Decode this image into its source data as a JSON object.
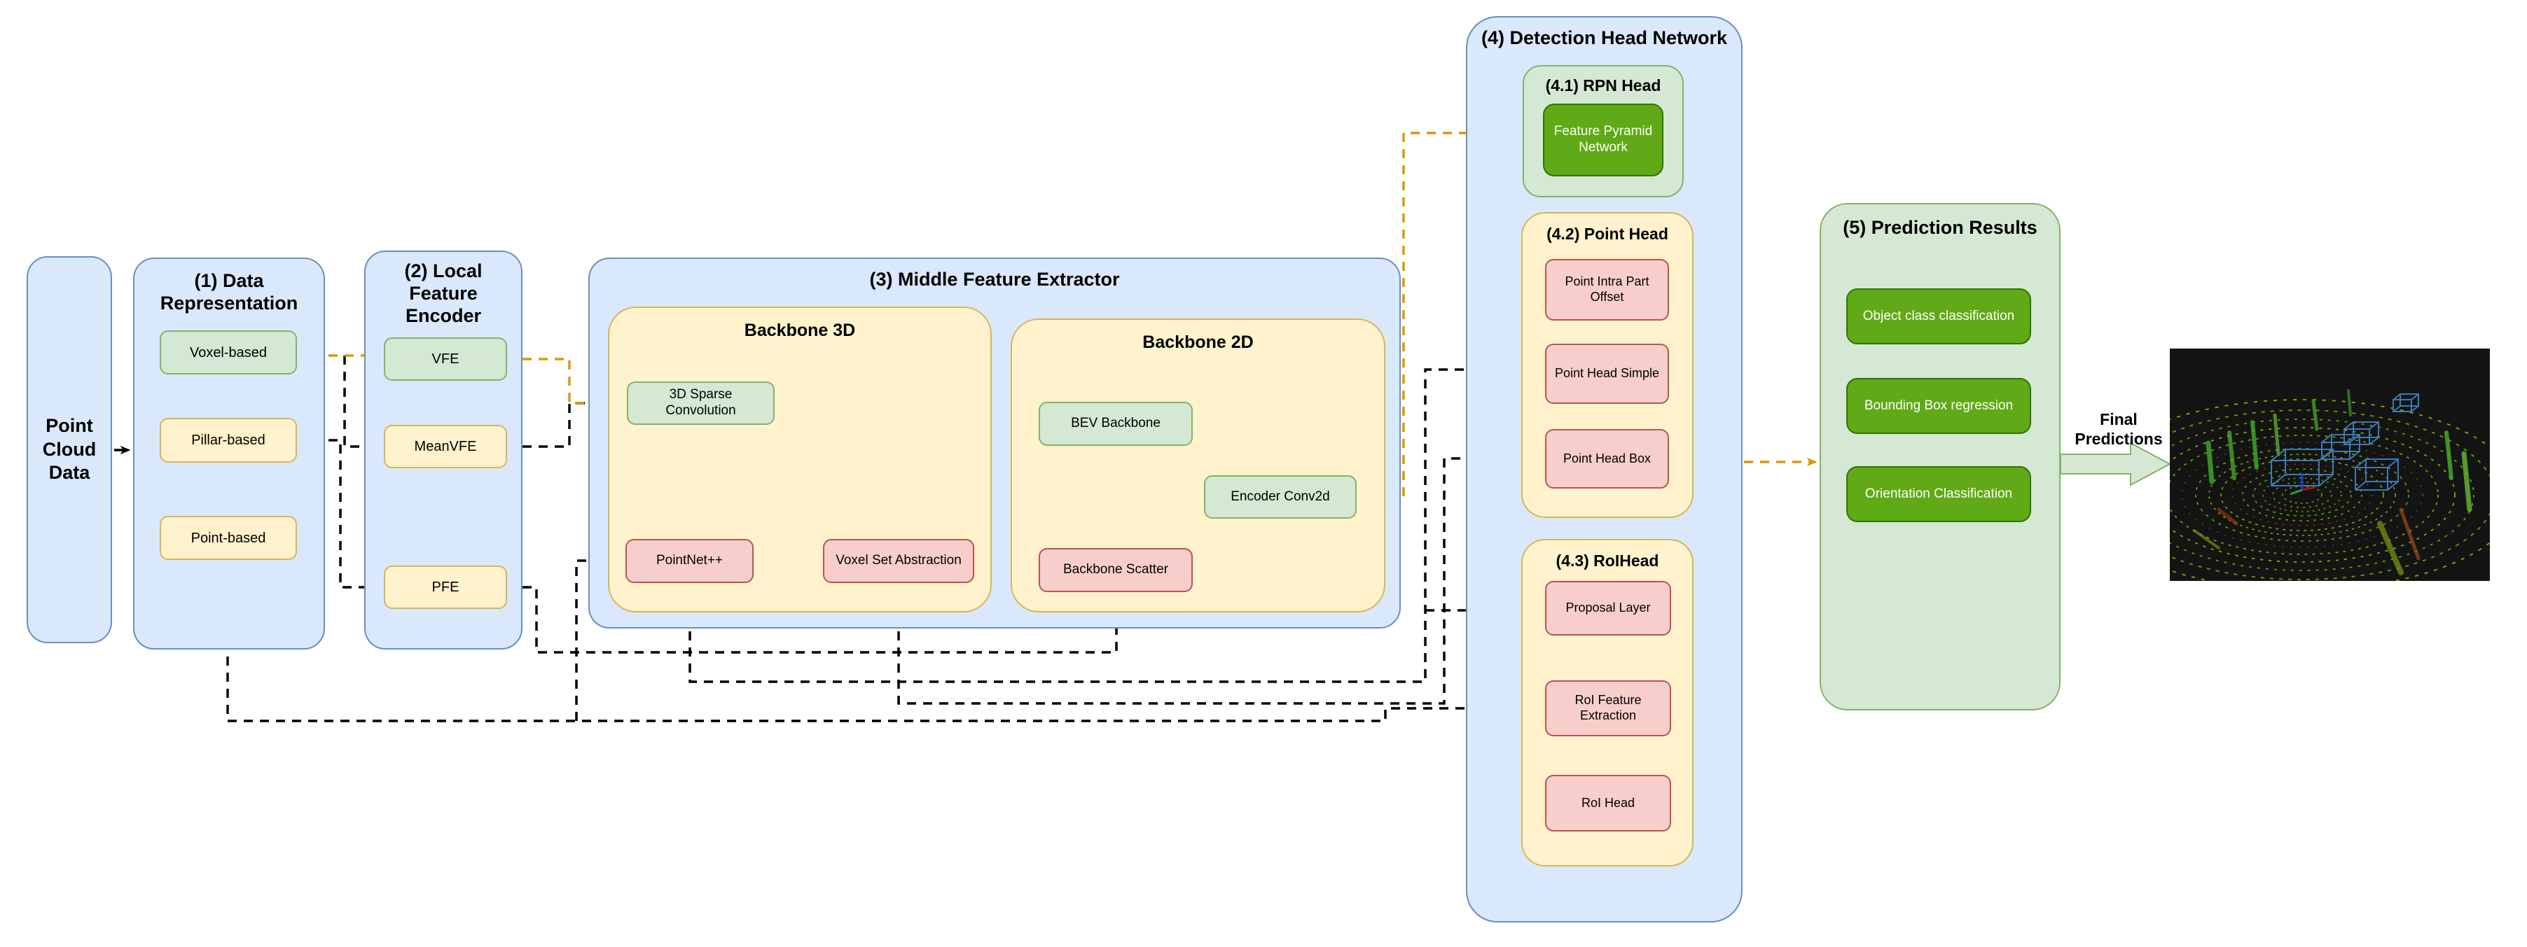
{
  "input": {
    "label": "Point Cloud Data"
  },
  "sections": {
    "data_representation": {
      "title": "(1) Data Representation",
      "items": [
        {
          "id": "voxel-based",
          "label": "Voxel-based"
        },
        {
          "id": "pillar-based",
          "label": "Pillar-based"
        },
        {
          "id": "point-based",
          "label": "Point-based"
        }
      ]
    },
    "local_feature_encoder": {
      "title": "(2) Local Feature Encoder",
      "items": [
        {
          "id": "vfe",
          "label": "VFE"
        },
        {
          "id": "mean-vfe",
          "label": "MeanVFE"
        },
        {
          "id": "pfe",
          "label": "PFE"
        }
      ]
    },
    "middle_feature_extractor": {
      "title": "(3) Middle Feature Extractor",
      "backbone_3d": {
        "title": "Backbone 3D",
        "items": [
          {
            "id": "3d-sparse-convolution",
            "label": "3D Sparse Convolution"
          },
          {
            "id": "pointnet-plus-plus",
            "label": "PointNet++"
          },
          {
            "id": "voxel-set-abstraction",
            "label": "Voxel Set Abstraction"
          }
        ]
      },
      "backbone_2d": {
        "title": "Backbone 2D",
        "items": [
          {
            "id": "bev-backbone",
            "label": "BEV Backbone"
          },
          {
            "id": "encoder-conv2d",
            "label": "Encoder Conv2d"
          },
          {
            "id": "backbone-scatter",
            "label": "Backbone Scatter"
          }
        ]
      }
    },
    "detection_head_network": {
      "title": "(4) Detection Head Network",
      "rpn_head": {
        "title": "(4.1) RPN Head",
        "items": [
          {
            "id": "feature-pyramid-network",
            "label": "Feature Pyramid Network"
          }
        ]
      },
      "point_head": {
        "title": "(4.2) Point Head",
        "items": [
          {
            "id": "point-intra-part-offset",
            "label": "Point Intra Part Offset"
          },
          {
            "id": "point-head-simple",
            "label": "Point Head Simple"
          },
          {
            "id": "point-head-box",
            "label": "Point Head Box"
          }
        ]
      },
      "roi_head": {
        "title": "(4.3) RoIHead",
        "items": [
          {
            "id": "proposal-layer",
            "label": "Proposal Layer"
          },
          {
            "id": "roi-feature-extraction",
            "label": "RoI Feature Extraction"
          },
          {
            "id": "roi-head",
            "label": "RoI Head"
          }
        ]
      }
    },
    "prediction_results": {
      "title": "(5) Prediction Results",
      "items": [
        {
          "id": "object-class-classification",
          "label": "Object class classification"
        },
        {
          "id": "bounding-box-regression",
          "label": "Bounding Box regression"
        },
        {
          "id": "orientation-classification",
          "label": "Orientation Classification"
        }
      ]
    }
  },
  "final_predictions_label": "Final Predictions",
  "colors": {
    "container_blue": "#dae8fc",
    "container_blue_stroke": "#6c8ebf",
    "container_yellow": "#fff2cc",
    "container_yellow_stroke": "#d6b656",
    "container_green": "#d5e8d4",
    "container_green_stroke": "#82b366",
    "box_pink": "#f8cecc",
    "box_pink_stroke": "#b85450",
    "box_dark_green": "#60a917",
    "box_dark_green_stroke": "#2d7600",
    "edge_black": "#000000",
    "edge_orange": "#d79b00",
    "bbox_blue": "#3c7ab8"
  },
  "edges": [
    {
      "from": "point-cloud-data",
      "to": "data-representation",
      "color": "black"
    },
    {
      "from": "voxel-based",
      "to": "vfe",
      "color": "orange"
    },
    {
      "from": "voxel-based",
      "to": "mean-vfe",
      "color": "black"
    },
    {
      "from": "pillar-based",
      "to": "pfe",
      "color": "black"
    },
    {
      "from": "point-based",
      "to": "pointnet-plus-plus",
      "color": "black"
    },
    {
      "from": "point-based",
      "to": "roi-feature-extraction",
      "color": "black"
    },
    {
      "from": "vfe",
      "to": "3d-sparse-convolution",
      "color": "orange"
    },
    {
      "from": "mean-vfe",
      "to": "3d-sparse-convolution",
      "color": "black"
    },
    {
      "from": "3d-sparse-convolution",
      "to": "bev-backbone",
      "color": "orange"
    },
    {
      "from": "3d-sparse-convolution",
      "to": "voxel-set-abstraction",
      "color": "black"
    },
    {
      "from": "bev-backbone",
      "to": "voxel-set-abstraction",
      "color": "black"
    },
    {
      "from": "bev-backbone",
      "to": "encoder-conv2d",
      "color": "orange"
    },
    {
      "from": "backbone-scatter",
      "to": "encoder-conv2d",
      "color": "black"
    },
    {
      "from": "pfe",
      "to": "backbone-scatter",
      "color": "black"
    },
    {
      "from": "encoder-conv2d",
      "to": "rpn-head",
      "color": "orange"
    },
    {
      "from": "pointnet-plus-plus",
      "to": "point-head-simple",
      "color": "black"
    },
    {
      "from": "pointnet-plus-plus",
      "to": "proposal-layer",
      "color": "black"
    },
    {
      "from": "voxel-set-abstraction",
      "to": "point-head-box",
      "color": "black"
    },
    {
      "from": "proposal-layer",
      "to": "roi-feature-extraction",
      "color": "black"
    },
    {
      "from": "roi-feature-extraction",
      "to": "roi-head",
      "color": "black"
    },
    {
      "from": "detection-head-network",
      "to": "prediction-results",
      "color": "orange"
    },
    {
      "from": "prediction-results",
      "to": "final-predictions-image",
      "color": "green-block-arrow"
    }
  ]
}
